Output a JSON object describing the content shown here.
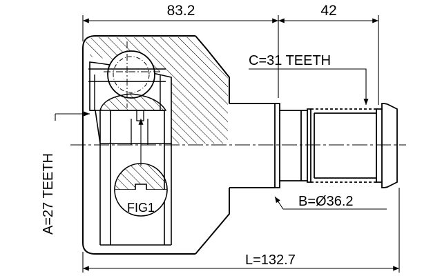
{
  "diagram": {
    "dim_body_length": "83.2",
    "dim_shaft_length": "42",
    "outer_teeth": "C=31 TEETH",
    "inner_teeth": "A=27 TEETH",
    "shaft_diameter": "B=Ø36.2",
    "total_length": "L=132.7",
    "figure_label": "FIG1"
  },
  "colors": {
    "line": "#000000",
    "background": "#ffffff"
  }
}
